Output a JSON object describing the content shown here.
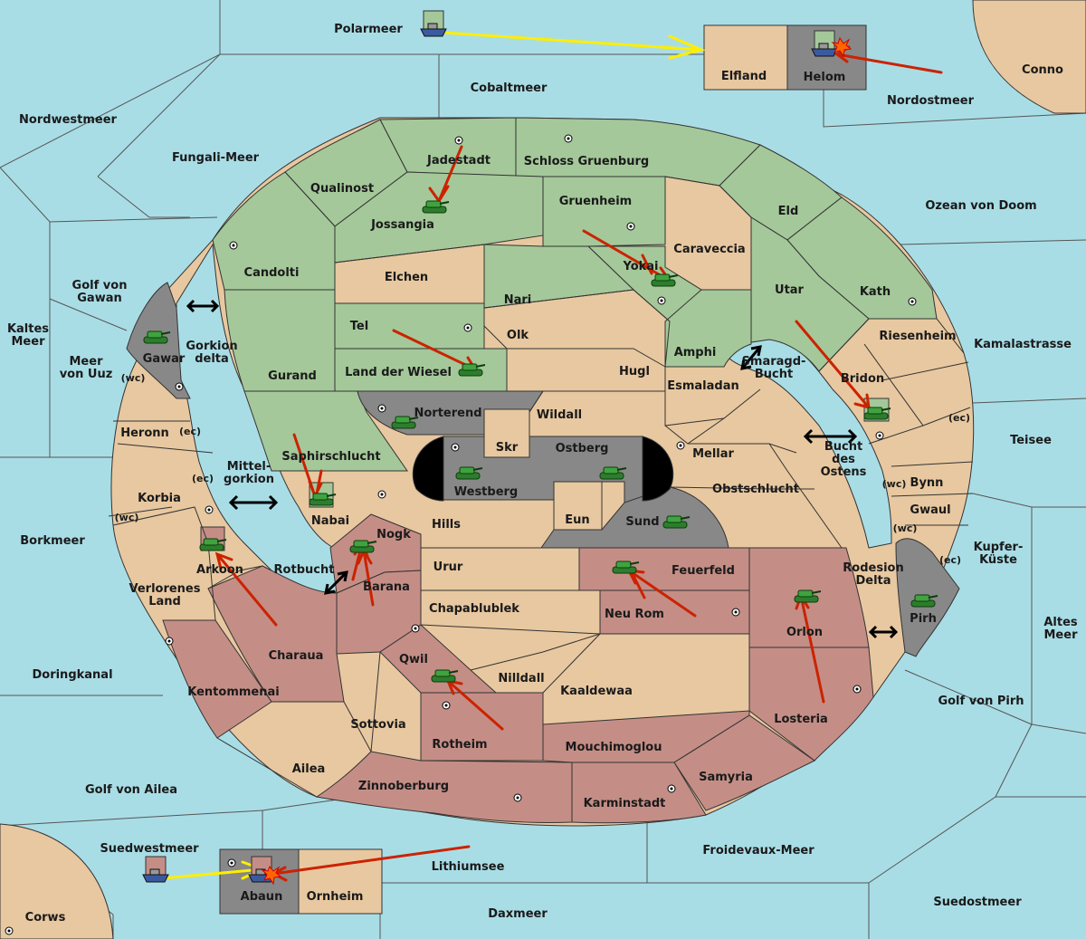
{
  "colors": {
    "sea": "#a9dde6",
    "neutral": "#e8c8a0",
    "green": "#a4c89a",
    "red": "#c48e86",
    "grey": "#888888",
    "attack_arrow": "#cc2200",
    "convoy_arrow": "#ffee00"
  },
  "regions": {
    "seas": {
      "polarmeer": "Polarmeer",
      "cobaltmeer": "Cobaltmeer",
      "nordostmeer": "Nordostmeer",
      "nordwestmeer": "Nordwestmeer",
      "fungali_meer": "Fungali-Meer",
      "ozean_von_doom": "Ozean von Doom",
      "golf_von_gawan": "Golf von\nGawan",
      "kaltes_meer": "Kaltes\nMeer",
      "meer_von_uuz": "Meer\nvon Uuz",
      "kamalastrasse": "Kamalastrasse",
      "teisee": "Teisee",
      "borkmeer": "Borkmeer",
      "kupferkueste": "Kupfer-\nKüste",
      "altes_meer": "Altes\nMeer",
      "doringkanal": "Doringkanal",
      "golf_von_pirh": "Golf von Pirh",
      "golf_von_ailea": "Golf von Ailea",
      "suedwestmeer": "Suedwestmeer",
      "froidevaux_meer": "Froidevaux-Meer",
      "lithiumsee": "Lithiumsee",
      "suedostmeer": "Suedostmeer",
      "daxmeer": "Daxmeer",
      "gorkion_delta": "Gorkion\ndelta",
      "mittelgorkion": "Mittel-\ngorkion",
      "rotbucht": "Rotbucht",
      "smaragd_bucht": "Smaragd-\nBucht",
      "bucht_des_ostens": "Bucht\ndes\nOstens",
      "rodesion_delta": "Rodesion\nDelta"
    },
    "lands": {
      "conno": "Conno",
      "corws": "Corws",
      "elfland": "Elfland",
      "helom": "Helom",
      "abaun": "Abaun",
      "ornheim": "Ornheim",
      "qualinost": "Qualinost",
      "jadestadt": "Jadestadt",
      "schloss_gruenburg": "Schloss Gruenburg",
      "jossangia": "Jossangia",
      "gruenheim": "Gruenheim",
      "eld": "Eld",
      "candolti": "Candolti",
      "elchen": "Elchen",
      "caraveccia": "Caraveccia",
      "yokai": "Yokai",
      "nari": "Nari",
      "utar": "Utar",
      "kath": "Kath",
      "tel": "Tel",
      "olk": "Olk",
      "riesenheim": "Riesenheim",
      "amphi": "Amphi",
      "gawar": "Gawar",
      "gurand": "Gurand",
      "land_der_wiesel": "Land der Wiesel",
      "hugl": "Hugl",
      "esmaladan": "Esmaladan",
      "bridon": "Bridon",
      "norterend": "Norterend",
      "wildall": "Wildall",
      "heronn": "Heronn",
      "skr": "Skr",
      "ostberg": "Ostberg",
      "mellar": "Mellar",
      "saphirschlucht": "Saphirschlucht",
      "westberg": "Westberg",
      "obstschlucht": "Obstschlucht",
      "bynn": "Bynn",
      "korbia": "Korbia",
      "nabai": "Nabai",
      "eun": "Eun",
      "gwaul": "Gwaul",
      "hills": "Hills",
      "sund": "Sund",
      "nogk": "Nogk",
      "arkoon": "Arkoon",
      "urur": "Urur",
      "feuerfeld": "Feuerfeld",
      "verlorenes_land": "Verlorenes\nLand",
      "barana": "Barana",
      "chapablublek": "Chapablublek",
      "neu_rom": "Neu Rom",
      "orlon": "Orlon",
      "pirh": "Pirh",
      "charaua": "Charaua",
      "qwil": "Qwil",
      "nilldall": "Nilldall",
      "kaaldewaa": "Kaaldewaa",
      "kentommenai": "Kentommenai",
      "losteria": "Losteria",
      "sottovia": "Sottovia",
      "rotheim": "Rotheim",
      "mouchimoglou": "Mouchimoglou",
      "ailea": "Ailea",
      "samyria": "Samyria",
      "zinnoberburg": "Zinnoberburg",
      "karminstadt": "Karminstadt"
    }
  },
  "coast_tags": {
    "wc1": "(wc)",
    "ec1": "(ec)",
    "ec2": "(ec)",
    "wc2": "(wc)",
    "ec3": "(ec)",
    "wc3": "(wc)",
    "wc4": "(wc)",
    "ec4": "(ec)"
  }
}
